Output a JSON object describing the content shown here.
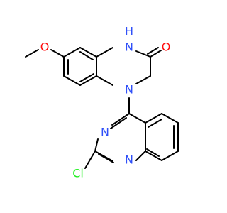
{
  "molecule": {
    "atoms": {
      "methoxy_oxygen": "O",
      "nh_nitrogen": "N",
      "nh_hydrogen": "H",
      "carbonyl_oxygen": "O",
      "ring_nitrogen": "N",
      "quinazoline_n3": "N",
      "quinazoline_n1": "N",
      "chlorine": "Cl"
    },
    "colors": {
      "bond": "#000000",
      "oxygen": "#ff0d0d",
      "nitrogen": "#3050f8",
      "chlorine": "#1ff01f"
    }
  }
}
